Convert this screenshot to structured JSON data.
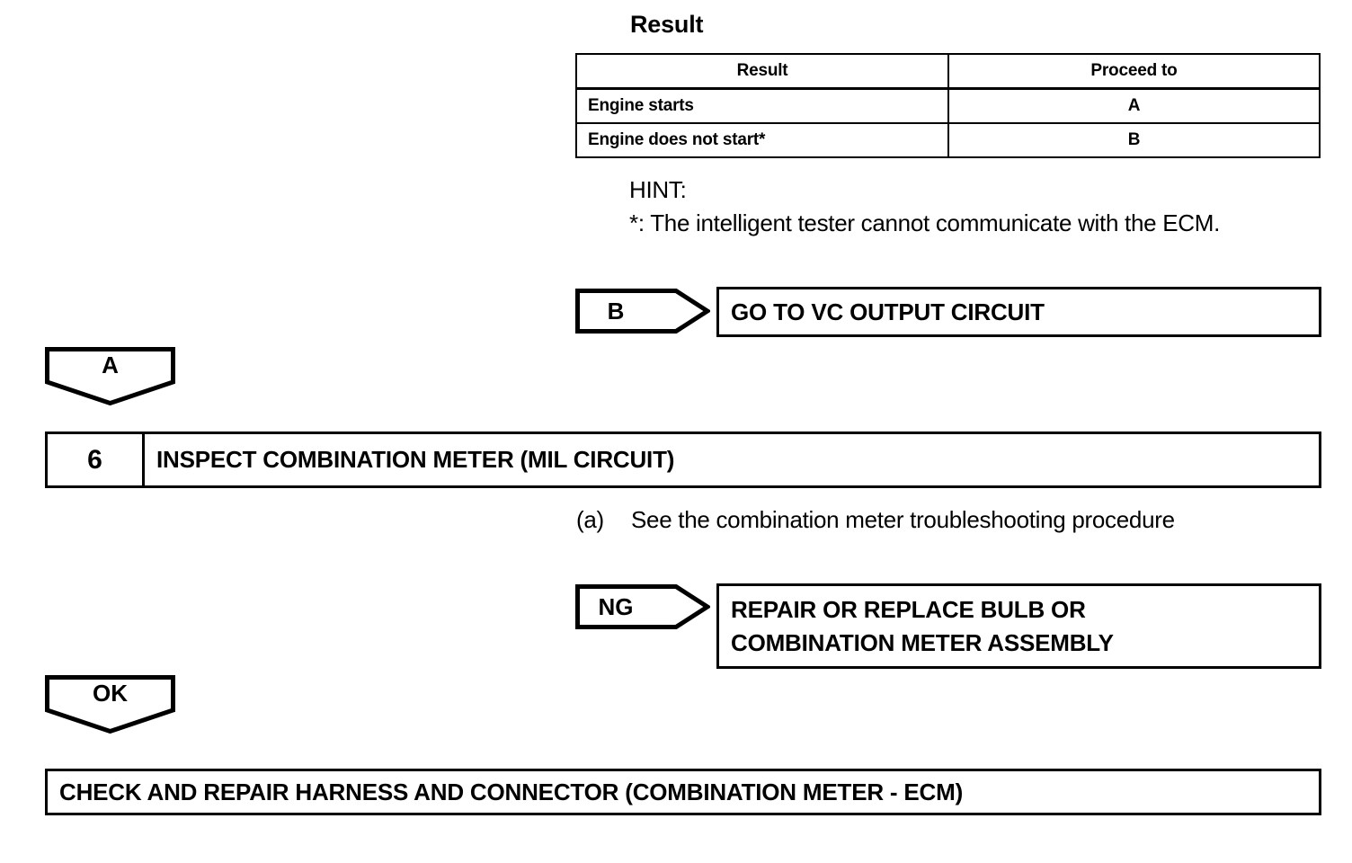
{
  "section": {
    "heading": "Result"
  },
  "result_table": {
    "columns": [
      "Result",
      "Proceed to"
    ],
    "rows": [
      {
        "result": "Engine starts",
        "proceed_to": "A"
      },
      {
        "result": "Engine does not start*",
        "proceed_to": "B"
      }
    ]
  },
  "hint": {
    "label": "HINT:",
    "text": "*: The intelligent tester cannot communicate with the ECM."
  },
  "branch_b": {
    "tag": "B",
    "action": "GO TO VC OUTPUT CIRCUIT"
  },
  "connector_a": {
    "tag": "A"
  },
  "step": {
    "number": "6",
    "title": "INSPECT COMBINATION METER (MIL CIRCUIT)",
    "note_marker": "(a)",
    "note_text": "See the combination meter troubleshooting procedure"
  },
  "branch_ng": {
    "tag": "NG",
    "action_line1": "REPAIR OR REPLACE BULB OR",
    "action_line2": "COMBINATION METER ASSEMBLY"
  },
  "connector_ok": {
    "tag": "OK"
  },
  "final_action": {
    "text": "CHECK AND REPAIR HARNESS AND CONNECTOR (COMBINATION METER - ECM)"
  },
  "colors": {
    "ink": "#000000",
    "paper": "#ffffff"
  }
}
